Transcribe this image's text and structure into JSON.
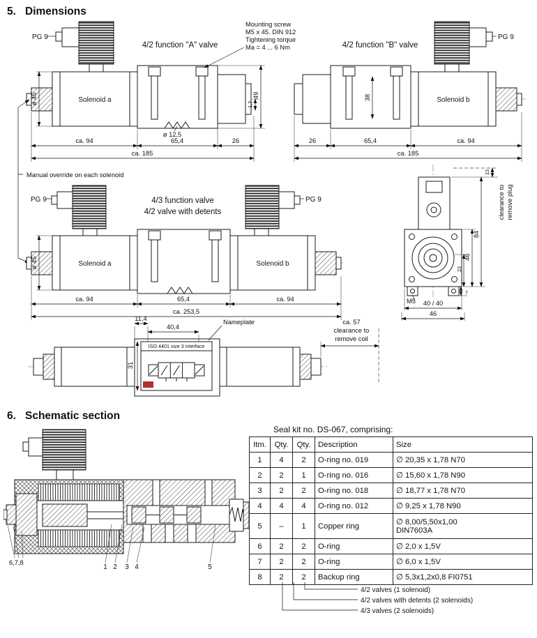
{
  "headings": {
    "n5": "5.",
    "dimensions": "Dimensions",
    "n6": "6.",
    "schematic": "Schematic section"
  },
  "valveA": {
    "title": "4/2 function \"A\" valve",
    "pg9": "PG 9",
    "solenoid": "Solenoid a",
    "note1": "Mounting screw",
    "note2": "M5 x 45. DIN 912",
    "note3": "Tightening torque",
    "note4": "Ma = 4 ... 6 Nm",
    "dia45": "ø 45",
    "ca94": "ca. 94",
    "w654": "65,4",
    "w26": "26",
    "ca185": "ca. 185",
    "h49": "49",
    "h13": "1,3",
    "dia125": "ø 12,5"
  },
  "valveB": {
    "title": "4/2 function \"B\" valve",
    "pg9": "PG 9",
    "solenoid": "Solenoid b",
    "w26": "26",
    "w654": "65,4",
    "ca94": "ca. 94",
    "ca185": "ca. 185",
    "h38": "38"
  },
  "valve43": {
    "title1": "4/3 function valve",
    "title2": "4/2 valve with detents",
    "pg9_left": "PG 9",
    "pg9_right": "PG 9",
    "solenoid_a": "Solenoid a",
    "solenoid_b": "Solenoid b",
    "dia45": "ø 45",
    "ca94_left": "ca. 94",
    "w654": "65,4",
    "ca94_right": "ca. 94",
    "ca2535": "ca. 253,5",
    "manual_override": "Manual override on each solenoid"
  },
  "endView": {
    "h13": "13",
    "clearance1": "clearance to",
    "clearance2": "remove plug",
    "h84": "84",
    "h46": "46",
    "h23": "23",
    "h7": "7",
    "m5": "M5",
    "w4040": "40 / 40",
    "w46": "46"
  },
  "topView": {
    "w114": "11,4",
    "w404": "40,4",
    "nameplate": "Nameplate",
    "iso": "ISO 4401 size 3 interface",
    "h31": "31",
    "ca57": "ca. 57",
    "coil1": "clearance to",
    "coil2": "remove coil"
  },
  "schematic": {
    "p678": "6,7,8",
    "p1": "1",
    "p2": "2",
    "p3": "3",
    "p4": "4",
    "p5": "5"
  },
  "sealkit": {
    "title": "Seal kit no. DS-067, comprising:",
    "headers": [
      "Itm.",
      "Qty.",
      "Qty.",
      "Description",
      "Size"
    ],
    "rows": [
      {
        "itm": "1",
        "qty1": "4",
        "qty2": "2",
        "desc": "O-ring no. 019",
        "size": "∅ 20,35 x 1,78 N70"
      },
      {
        "itm": "2",
        "qty1": "2",
        "qty2": "1",
        "desc": "O-ring no. 016",
        "size": "∅ 15,60 x 1,78 N90"
      },
      {
        "itm": "3",
        "qty1": "2",
        "qty2": "2",
        "desc": "O-ring no. 018",
        "size": "∅ 18,77 x 1,78 N70"
      },
      {
        "itm": "4",
        "qty1": "4",
        "qty2": "4",
        "desc": "O-ring no. 012",
        "size": "∅ 9,25 x 1,78 N90"
      },
      {
        "itm": "5",
        "qty1": "–",
        "qty2": "1",
        "desc": "Copper ring",
        "size": "∅ 8,00/5,50x1,00",
        "size2": "DIN7603A"
      },
      {
        "itm": "6",
        "qty1": "2",
        "qty2": "2",
        "desc": "O-ring",
        "size": "∅ 2,0 x 1,5V"
      },
      {
        "itm": "7",
        "qty1": "2",
        "qty2": "2",
        "desc": "O-ring",
        "size": "∅ 6,0 x 1,5V"
      },
      {
        "itm": "8",
        "qty1": "2",
        "qty2": "2",
        "desc": "Backup ring",
        "size": "∅ 5,3x1,2x0,8 FI0751"
      }
    ],
    "legend1": "4/2 valves (1 solenoid)",
    "legend2": "4/2 valves with detents (2 solenoids)",
    "legend3": "4/3 valves (2 solenoids)"
  },
  "colors": {
    "line": "#1a1a1a",
    "nameplate_logo": "#b03030"
  }
}
